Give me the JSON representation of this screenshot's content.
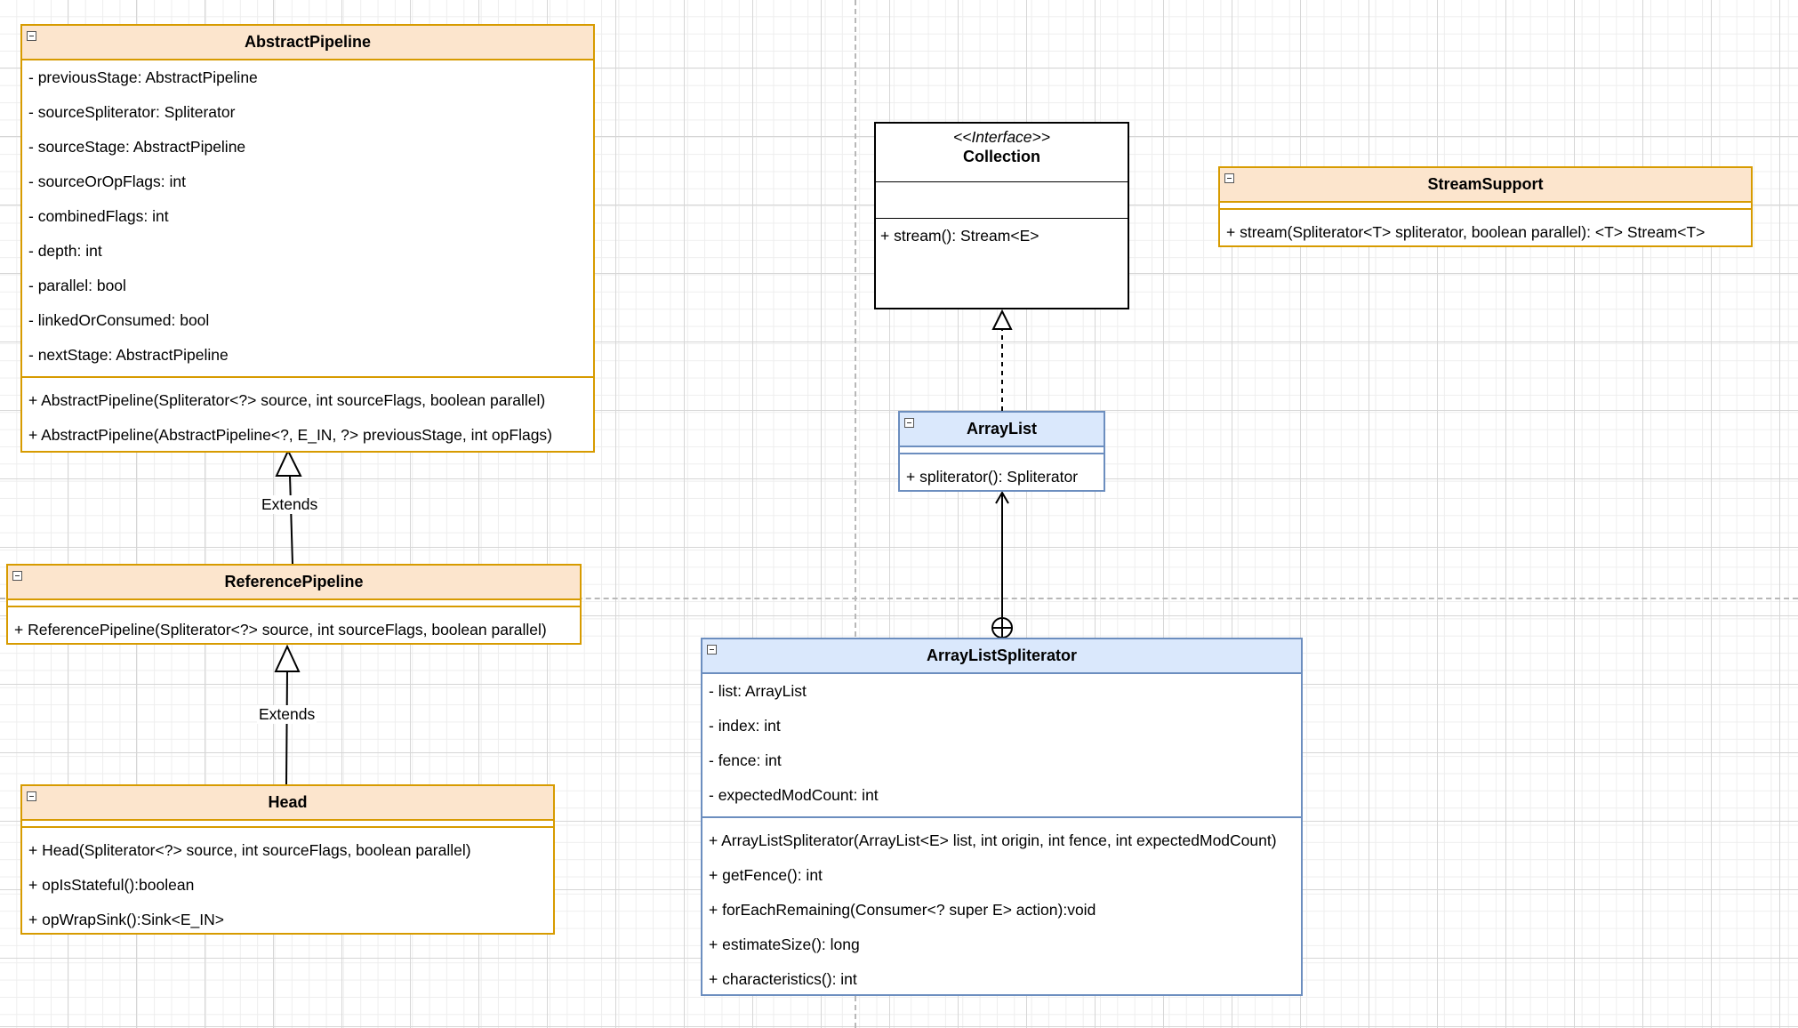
{
  "abstract_pipeline": {
    "title": "AbstractPipeline",
    "fields": [
      "- previousStage: AbstractPipeline",
      "- sourceSpliterator:  Spliterator",
      "- sourceStage: AbstractPipeline",
      "- sourceOrOpFlags: int",
      "- combinedFlags: int",
      "- depth: int",
      "- parallel: bool",
      "- linkedOrConsumed: bool",
      "- nextStage: AbstractPipeline"
    ],
    "methods": [
      "+ AbstractPipeline(Spliterator<?> source, int sourceFlags, boolean parallel)",
      "+ AbstractPipeline(AbstractPipeline<?, E_IN, ?> previousStage, int opFlags)"
    ]
  },
  "reference_pipeline": {
    "title": "ReferencePipeline",
    "methods": [
      "+ ReferencePipeline(Spliterator<?> source, int sourceFlags, boolean parallel)"
    ]
  },
  "head": {
    "title": "Head",
    "methods": [
      "+ Head(Spliterator<?> source, int sourceFlags, boolean parallel)",
      "+ opIsStateful():boolean",
      "+ opWrapSink():Sink<E_IN>"
    ]
  },
  "collection": {
    "stereotype": "<<Interface>>",
    "title": "Collection",
    "methods": [
      "+ stream(): Stream<E>"
    ]
  },
  "array_list": {
    "title": "ArrayList",
    "methods": [
      "+ spliterator(): Spliterator"
    ]
  },
  "array_list_spliterator": {
    "title": "ArrayListSpliterator",
    "fields": [
      "- list: ArrayList",
      "- index: int",
      "- fence: int",
      "- expectedModCount: int"
    ],
    "methods": [
      "+ ArrayListSpliterator(ArrayList<E> list, int origin, int fence, int expectedModCount)",
      "+ getFence(): int",
      "+ forEachRemaining(Consumer<? super E> action):void",
      "+ estimateSize(): long",
      "+ characteristics(): int"
    ]
  },
  "stream_support": {
    "title": "StreamSupport",
    "methods": [
      "+ stream(Spliterator<T> spliterator, boolean parallel): <T> Stream<T>"
    ]
  },
  "edges": {
    "extends_1": "Extends",
    "extends_2": "Extends"
  },
  "colors": {
    "orange_fill": "#fce5cd",
    "orange_stroke": "#d79b00",
    "blue_fill": "#dae8fc",
    "blue_stroke": "#6c8ebf"
  }
}
